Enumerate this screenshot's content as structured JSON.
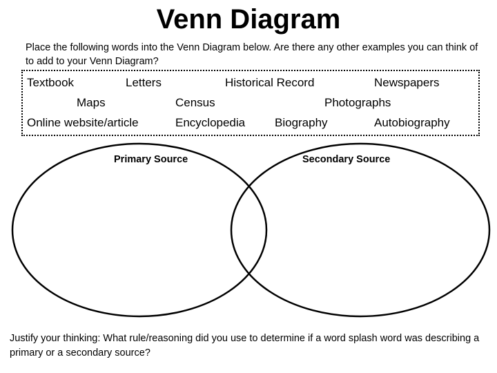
{
  "header": {
    "title": "Venn Diagram"
  },
  "instructions": "Place the following words into the Venn Diagram below.  Are there any other examples you can think of to add to your Venn Diagram?",
  "word_bank": {
    "words": [
      "Textbook",
      "Letters",
      "Historical Record",
      "Newspapers",
      "Maps",
      "Census",
      "Photographs",
      "Online website/article",
      "Encyclopedia",
      "Biography",
      "Autobiography"
    ]
  },
  "venn": {
    "left_label": "Primary Source",
    "right_label": "Secondary Source",
    "outline_color": "#000000"
  },
  "footer": {
    "justify_text": "Justify your thinking:  What rule/reasoning did you use to determine if a word splash word was describing a primary or a secondary source?"
  }
}
